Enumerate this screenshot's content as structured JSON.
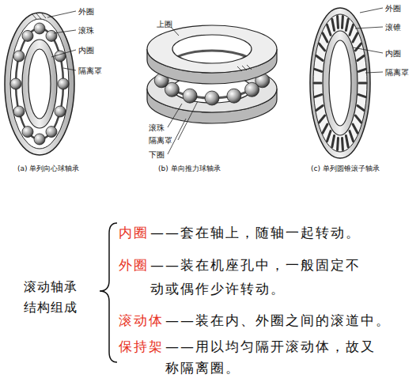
{
  "diagram": {
    "labels": [
      "外圈",
      "滚珠",
      "内圈",
      "隔离罩",
      "上圈",
      "滚珠",
      "隔离罩",
      "下圈",
      "外圈",
      "滚锥",
      "内圈",
      "隔离罩",
      "(a) 单列向心球轴承",
      "(b) 单向推力球轴承",
      "(c) 单列圆锥滚子轴承",
      "滚动轴承 结构组成",
      "内圈",
      "——套在轴上，随轴一起转动。",
      "外圈",
      "——装在机座孔中，一般固定不动或偶作少许转动。",
      "滚动体",
      "——装在内、外圈之间的滚道中。",
      "保持架",
      "——用以均匀隔开滚动体，故又称隔离圈。"
    ]
  }
}
